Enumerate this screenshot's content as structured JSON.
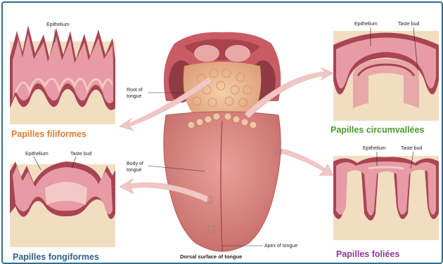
{
  "colors": {
    "frame": "#2f6e8e",
    "filiformes": "#e07b2e",
    "circumvallees": "#4a9a2c",
    "fongiformes": "#2f5f86",
    "foliees": "#8a3a9c",
    "tissue_dark": "#a94454",
    "tissue_pink": "#e79ba4",
    "tissue_light": "#f3c9c6",
    "connective": "#f1ddc0"
  },
  "titles": {
    "filiformes": "Papilles filiformes",
    "circumvallees": "Papilles circumvallées",
    "fongiformes": "Papilles fongiformes",
    "foliees": "Papilles foliées"
  },
  "labels": {
    "filiformes_epithelium": "Epithelium",
    "circumvallees_epithelium": "Epithelium",
    "circumvallees_taste_bud": "Taste bud",
    "fongiformes_epithelium": "Epithelium",
    "fongiformes_taste_bud": "Taste bud",
    "foliees_epithelium": "Epithelium",
    "foliees_taste_bud": "Taste bud",
    "root_line1": "Root of",
    "root_line2": "tongue",
    "body_line1": "Body of",
    "body_line2": "tongue",
    "apex": "Apex of tongue",
    "dorsal": "Dorsal surface of tongue"
  }
}
